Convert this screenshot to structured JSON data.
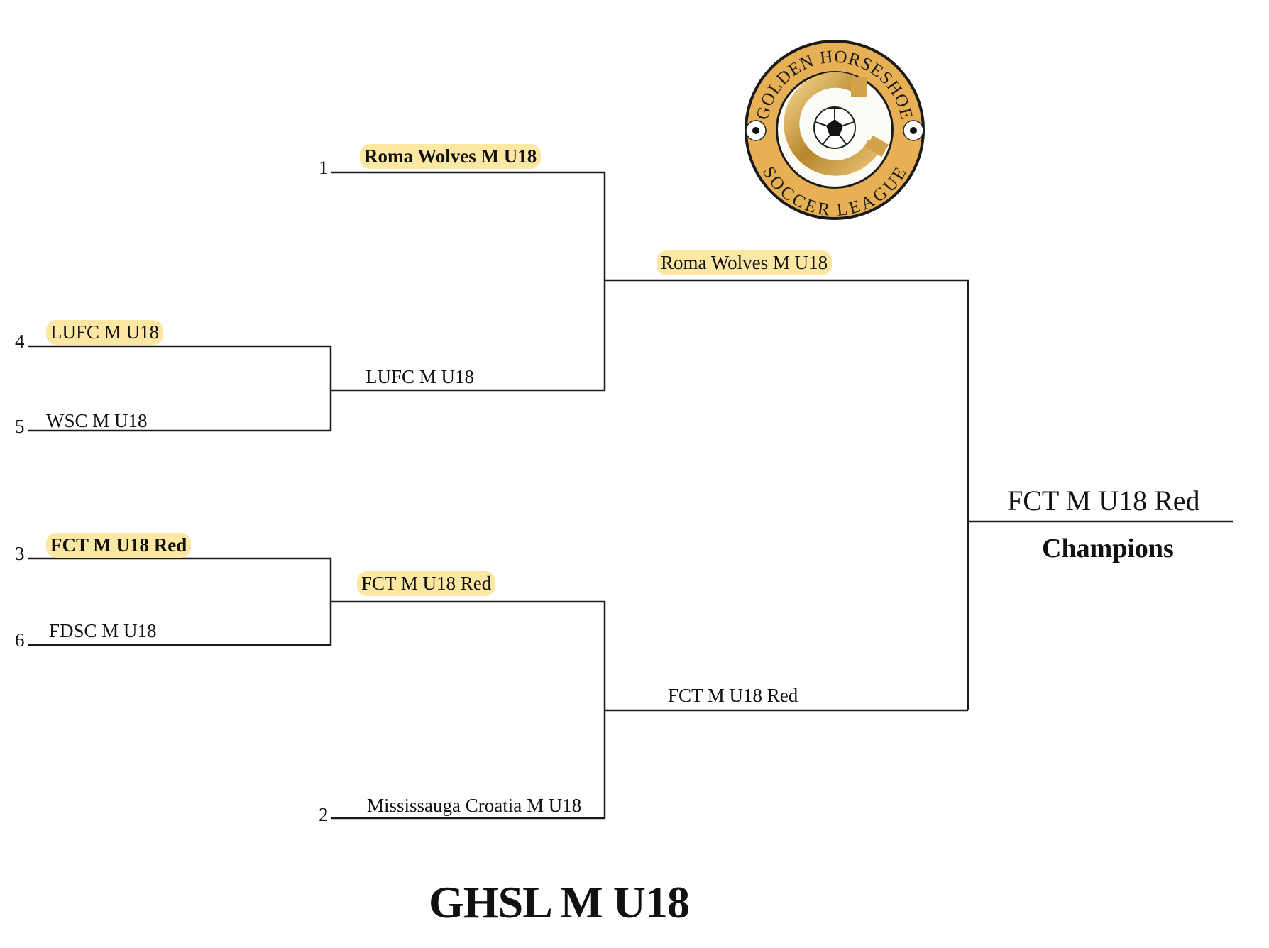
{
  "title": "GHSL M U18",
  "logo": {
    "text_top": "GOLDEN HORSESHOE",
    "text_bottom": "SOCCER LEAGUE",
    "ring_color": "#e8b055",
    "outline_color": "#1a1a1a",
    "icon": "soccer-ball-horseshoe"
  },
  "highlight_color": "#fce8a2",
  "round1": {
    "seeds": [
      {
        "seed": "1",
        "team": "Roma Wolves M U18",
        "winner": true,
        "bye": true
      },
      {
        "seed": "4",
        "team": "LUFC M U18",
        "winner": true
      },
      {
        "seed": "5",
        "team": "WSC M U18",
        "winner": false
      },
      {
        "seed": "3",
        "team": "FCT M U18 Red",
        "winner": true,
        "bye": true
      },
      {
        "seed": "6",
        "team": "FDSC M U18",
        "winner": false
      },
      {
        "seed": "2",
        "team": "Mississauga Croatia M U18",
        "winner": false,
        "bye": true
      }
    ]
  },
  "round2": {
    "winners": [
      {
        "team": "LUFC M U18"
      },
      {
        "team": "FCT M U18 Red"
      }
    ]
  },
  "semifinal": {
    "winners": [
      {
        "team": "Roma Wolves M U18"
      },
      {
        "team": "FCT M U18 Red"
      }
    ]
  },
  "final": {
    "champion": "FCT M U18 Red",
    "label": "Champions"
  }
}
